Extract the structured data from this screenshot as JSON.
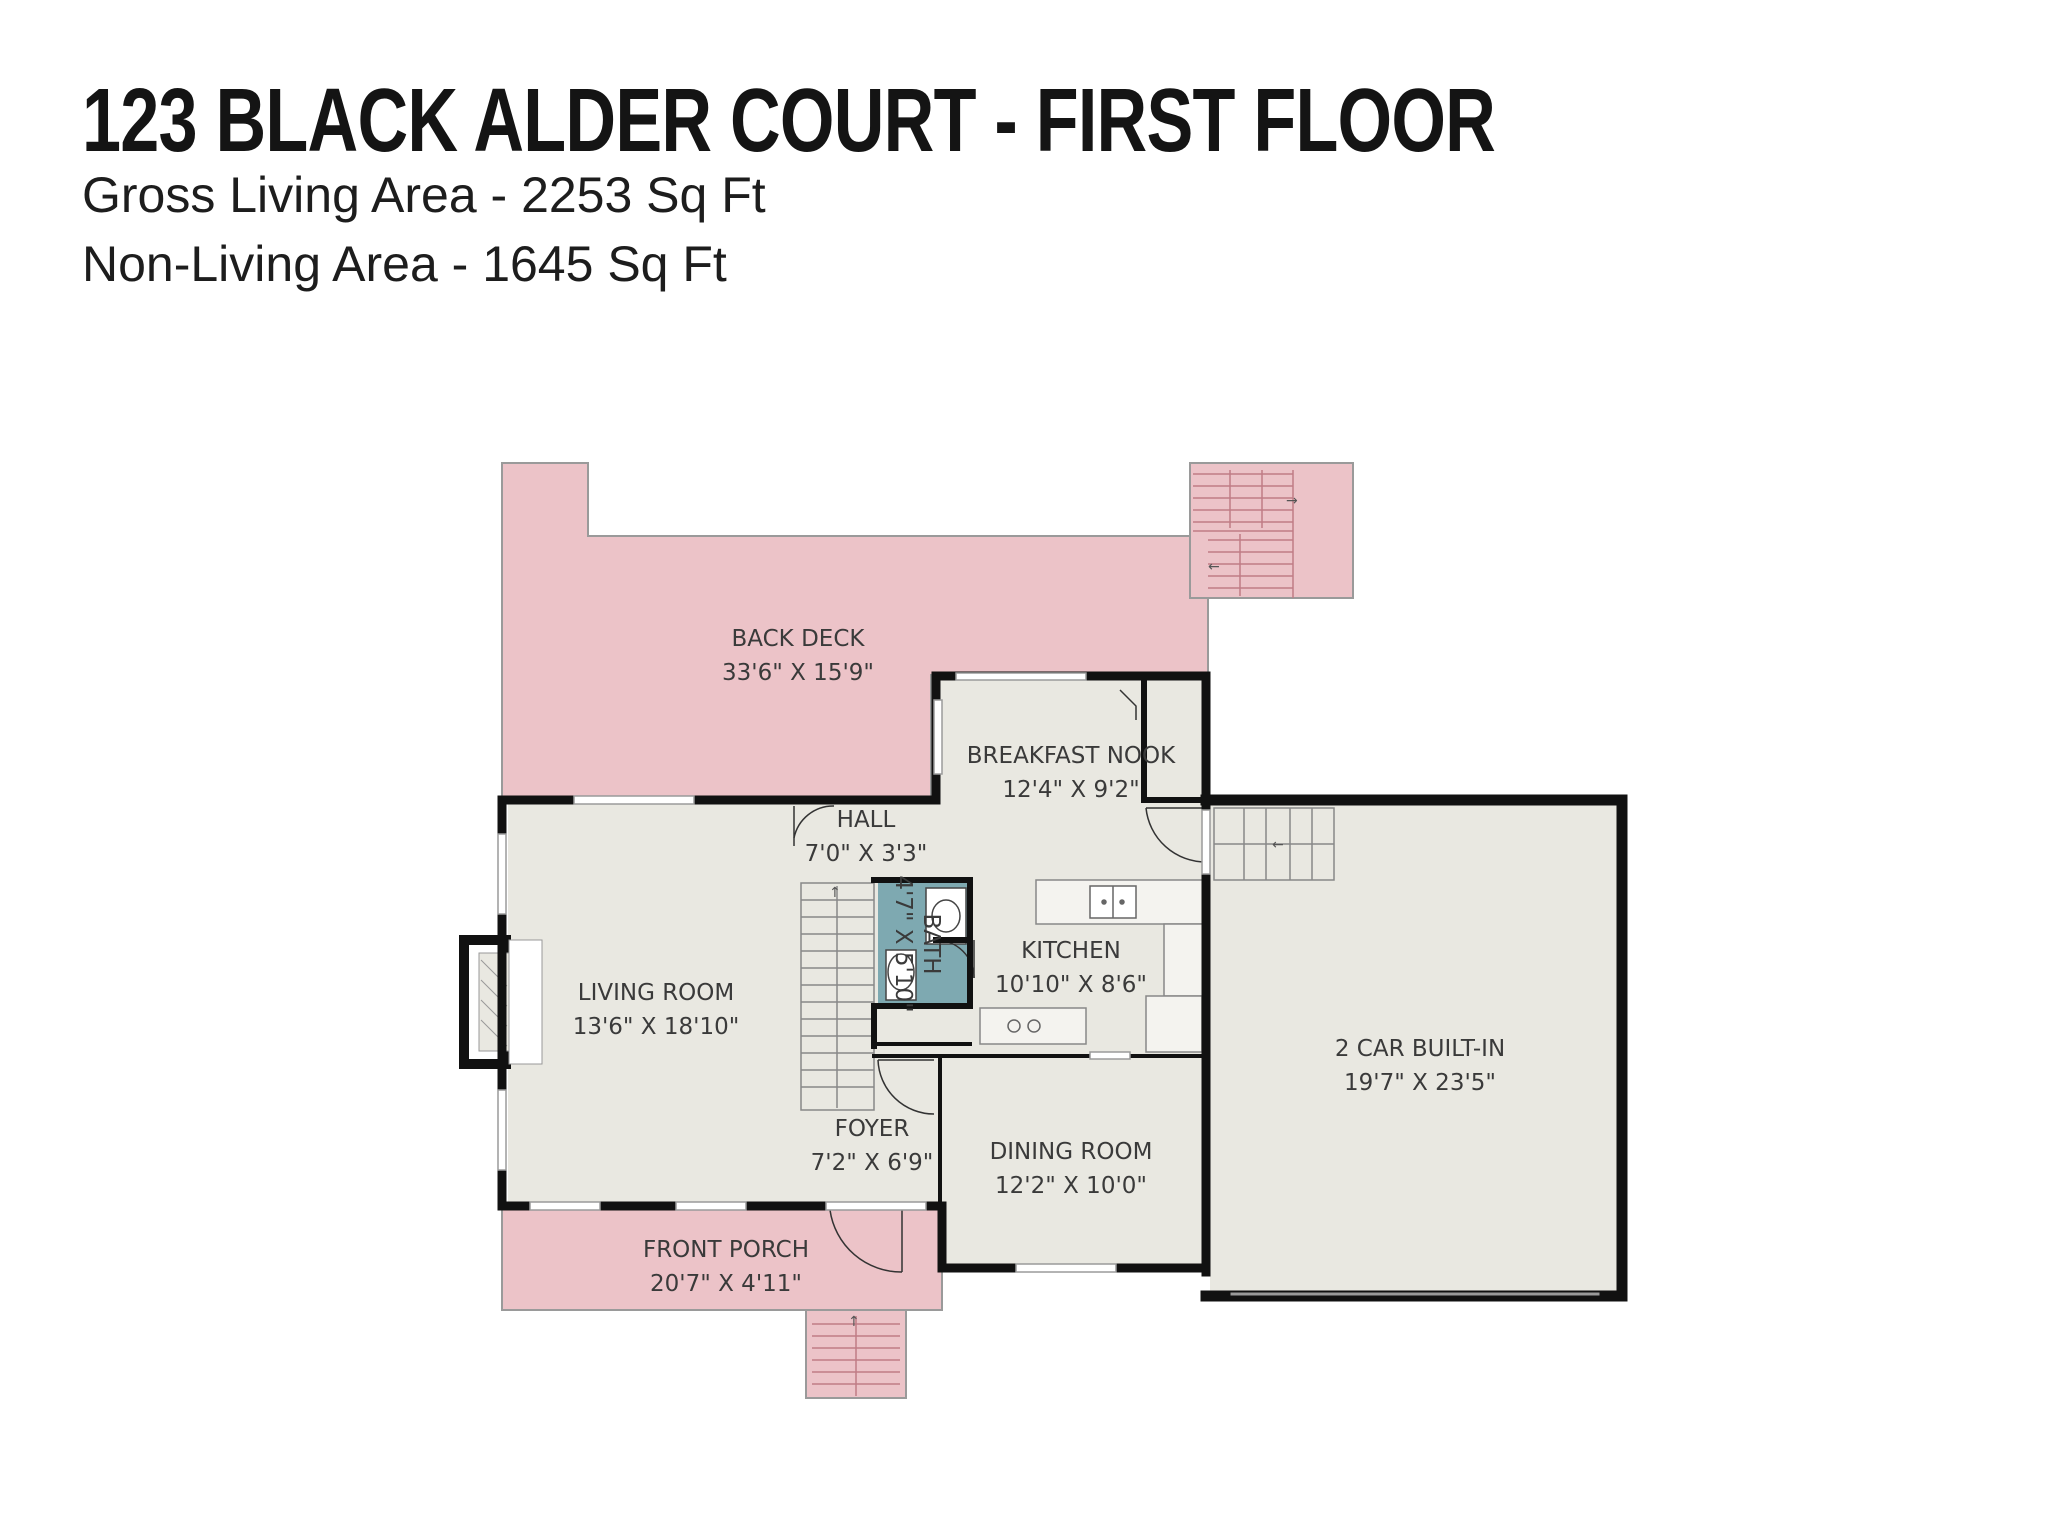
{
  "header": {
    "title": "123 BLACK ALDER COURT - FIRST FLOOR",
    "gross_living_area": "Gross Living Area - 2253 Sq Ft",
    "non_living_area": "Non-Living Area - 1645 Sq Ft"
  },
  "colors": {
    "deck_fill": "#ecc3c8",
    "room_fill": "#e9e8e1",
    "bath_fill": "#7ea9b1",
    "wall": "#111111"
  },
  "rooms": {
    "back_deck": {
      "name": "BACK DECK",
      "size": "33'6\" X 15'9\""
    },
    "breakfast_nook": {
      "name": "BREAKFAST NOOK",
      "size": "12'4\" X 9'2\""
    },
    "hall": {
      "name": "HALL",
      "size": "7'0\" X 3'3\""
    },
    "bath": {
      "name": "BATH",
      "size": "4'7\" X 5'10\""
    },
    "living_room": {
      "name": "LIVING ROOM",
      "size": "13'6\" X 18'10\""
    },
    "kitchen": {
      "name": "KITCHEN",
      "size": "10'10\" X 8'6\""
    },
    "garage": {
      "name": "2 CAR BUILT-IN",
      "size": "19'7\" X 23'5\""
    },
    "foyer": {
      "name": "FOYER",
      "size": "7'2\" X 6'9\""
    },
    "dining_room": {
      "name": "DINING ROOM",
      "size": "12'2\" X 10'0\""
    },
    "front_porch": {
      "name": "FRONT PORCH",
      "size": "20'7\" X 4'11\""
    }
  }
}
